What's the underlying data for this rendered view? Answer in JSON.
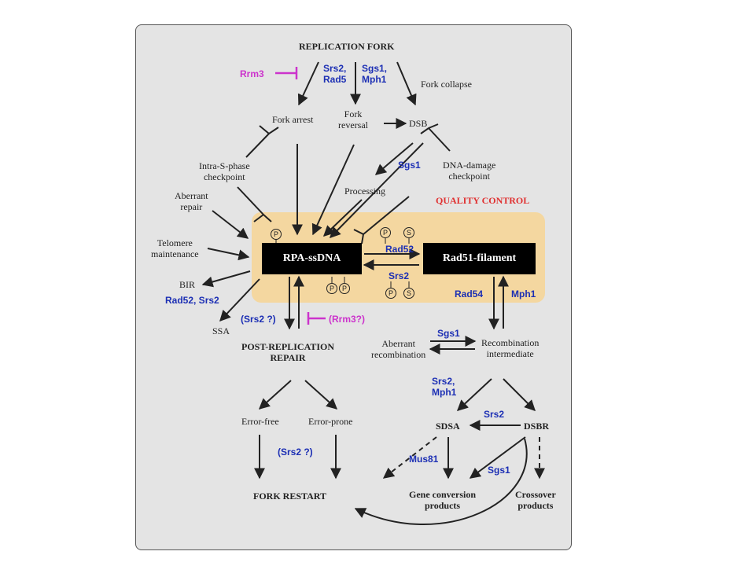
{
  "nodes": {
    "replication_fork": "REPLICATION FORK",
    "fork_arrest": "Fork arrest",
    "fork_reversal": "Fork\nreversal",
    "dsb": "DSB",
    "fork_collapse": "Fork collapse",
    "intra_s_phase": "Intra-S-phase\ncheckpoint",
    "dna_damage": "DNA-damage\ncheckpoint",
    "processing": "Processing",
    "aberrant_repair": "Aberrant\nrepair",
    "telomere": "Telomere\nmaintenance",
    "bir": "BIR",
    "ssa": "SSA",
    "rpa_ssdna": "RPA-ssDNA",
    "rad51_filament": "Rad51-filament",
    "quality_control": "QUALITY CONTROL",
    "post_replication": "POST-REPLICATION\nREPAIR",
    "aberrant_recombination": "Aberrant\nrecombination",
    "recombination_intermediate": "Recombination\nintermediate",
    "error_free": "Error-free",
    "error_prone": "Error-prone",
    "sdsa": "SDSA",
    "dsbr": "DSBR",
    "fork_restart": "FORK RESTART",
    "gene_conversion": "Gene conversion\nproducts",
    "crossover": "Crossover\nproducts"
  },
  "proteins": {
    "rrm3_top": "Rrm3",
    "srs2_rad5": "Srs2,\nRad5",
    "sgs1_mph1": "Sgs1,\nMph1",
    "sgs1_processing": "Sgs1",
    "rad52_srs2_left": "Rad52, Srs2",
    "rad52_qc": "Rad52",
    "srs2_qc": "Srs2",
    "srs2_q_left": "(Srs2 ?)",
    "rrm3_q": "(Rrm3?)",
    "rad54": "Rad54",
    "mph1_right": "Mph1",
    "sgs1_recomb": "Sgs1",
    "srs2_mph1": "Srs2,\nMph1",
    "srs2_sdsa": "Srs2",
    "srs2_q_bottom": "(Srs2 ?)",
    "mus81": "Mus81",
    "sgs1_bottom": "Sgs1"
  },
  "marks": {
    "p": "P",
    "s": "S"
  },
  "colors": {
    "protein": "#1c2fb4",
    "inhibitor": "#cc33cc",
    "quality_control": "#e03030",
    "qc_zone": "#f4d7a0"
  }
}
